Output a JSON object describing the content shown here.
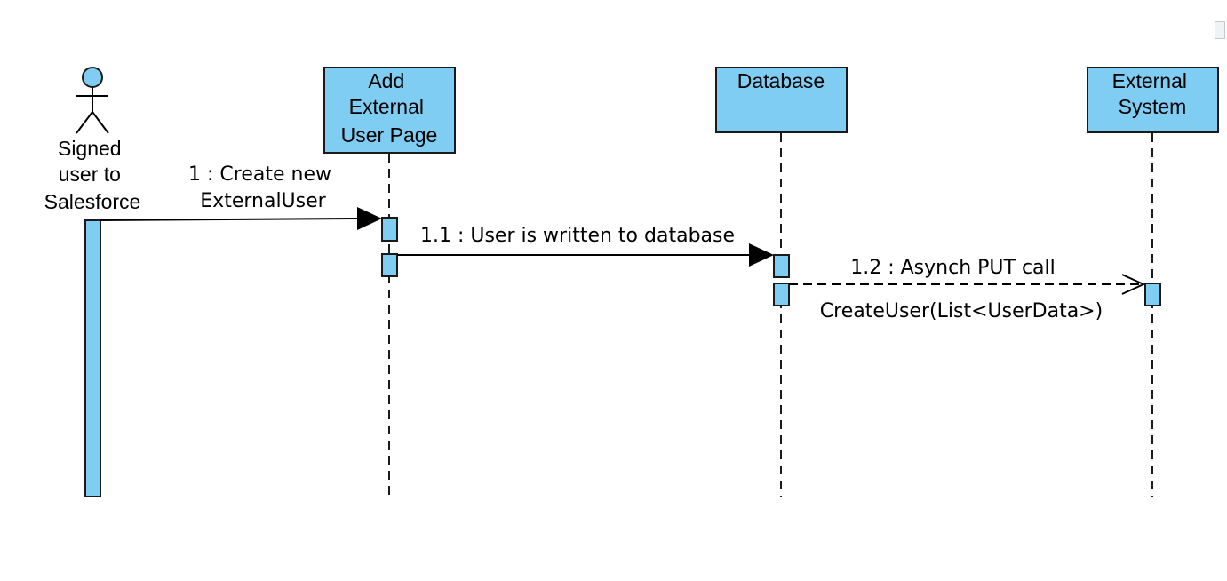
{
  "actor": {
    "label_lines": [
      "Signed",
      "user to",
      "Salesforce"
    ],
    "color": "#7fcdf2"
  },
  "lifelines": [
    {
      "id": "add-external-user-page",
      "label_lines": [
        "Add",
        "External",
        "User Page"
      ]
    },
    {
      "id": "database",
      "label_lines": [
        "Database"
      ]
    },
    {
      "id": "external-system",
      "label_lines": [
        "External",
        "System"
      ]
    }
  ],
  "messages": [
    {
      "id": "create-external-user",
      "label_lines": [
        "1 : Create new",
        "ExternalUser"
      ],
      "style": "synchronous"
    },
    {
      "id": "user-written-to-database",
      "label_lines": [
        "1.1 : User is written to database"
      ],
      "style": "synchronous"
    },
    {
      "id": "asynch-put-call",
      "label_lines": [
        "1.2 : Asynch PUT call",
        "CreateUser(List<UserData>)"
      ],
      "style": "asynchronous"
    }
  ],
  "colors": {
    "fill": "#7fcdf2",
    "stroke": "#1a1a1a"
  }
}
